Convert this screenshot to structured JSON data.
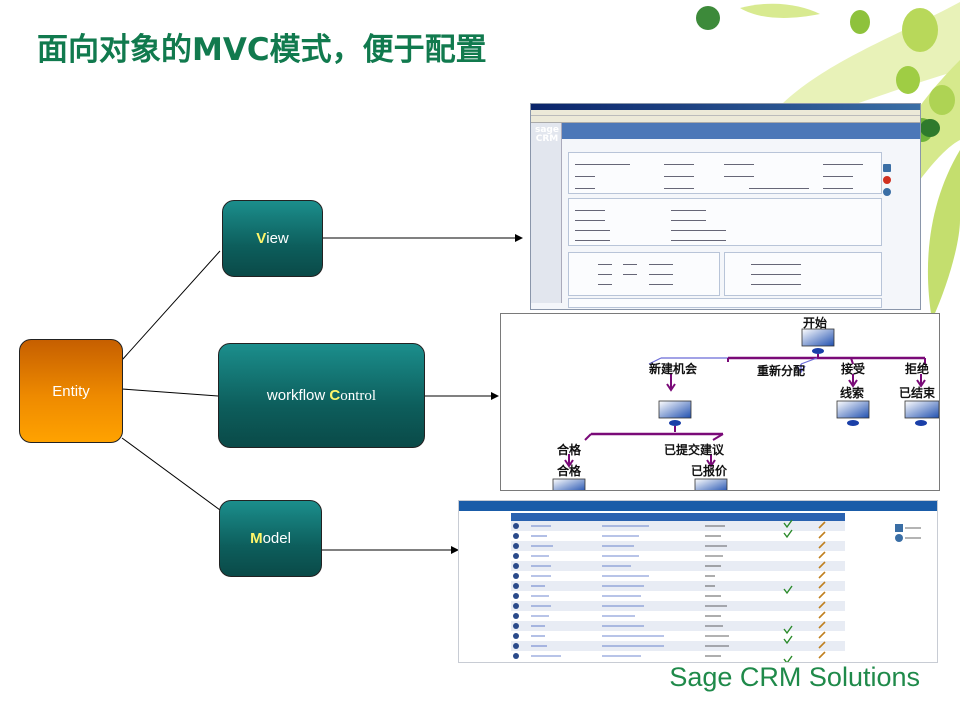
{
  "title": "面向对象的MVC模式，便于配置",
  "brand": "Sage CRM Solutions",
  "nodes": {
    "entity": "Entity",
    "view_hl": "V",
    "view_rest": "iew",
    "control_pre": "workflow ",
    "control_hl": "C",
    "control_rest": "ontrol",
    "model_hl": "M",
    "model_rest": "odel"
  },
  "colors": {
    "teal": "#0d5e5c",
    "orange": "#ee8a00",
    "title": "#117a4e",
    "highlight": "#fff66a",
    "workflow_accent": "#7a0a78"
  },
  "form_shot": {
    "logo_top": "sage",
    "logo_bottom": "CRM"
  },
  "workflow": {
    "start": "开始",
    "new_opportunity": "新建机会",
    "reassign": "重新分配",
    "accept": "接受",
    "reject": "拒绝",
    "lead": "线索",
    "closed": "已结束",
    "qualified": "合格",
    "proposal": "已提交建议",
    "quoted": "已报价"
  }
}
